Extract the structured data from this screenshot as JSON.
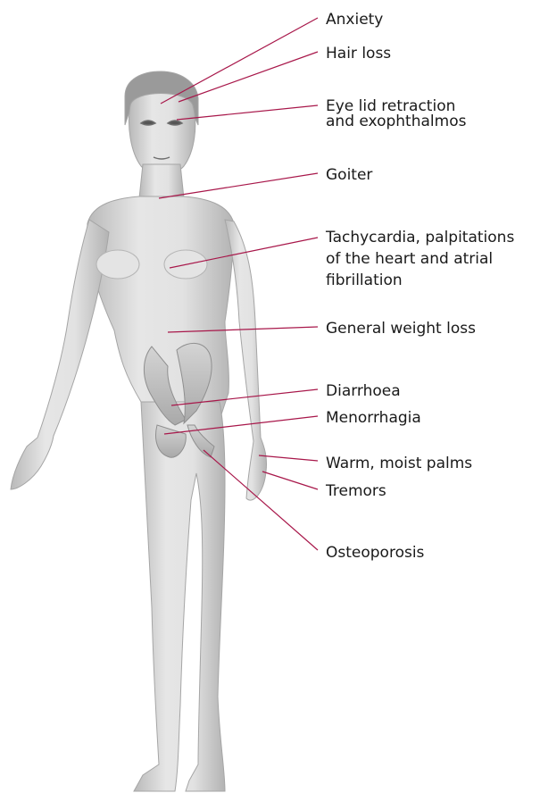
{
  "diagram": {
    "leader_color": "#a8174a",
    "body_color": "#d9d9d9",
    "labels": [
      {
        "id": "anxiety",
        "text": "Anxiety"
      },
      {
        "id": "hair-loss",
        "text": "Hair loss"
      },
      {
        "id": "eyelid",
        "text": "Eye lid retraction\nand exophthalmos"
      },
      {
        "id": "goiter",
        "text": "Goiter"
      },
      {
        "id": "tachycardia",
        "text": "Tachycardia, palpitations\nof the heart and atrial\nfibrillation"
      },
      {
        "id": "weight-loss",
        "text": "General weight loss"
      },
      {
        "id": "diarrhoea",
        "text": "Diarrhoea"
      },
      {
        "id": "menorrhagia",
        "text": "Menorrhagia"
      },
      {
        "id": "palms",
        "text": "Warm, moist palms"
      },
      {
        "id": "tremors",
        "text": "Tremors"
      },
      {
        "id": "osteoporosis",
        "text": "Osteoporosis"
      }
    ]
  }
}
